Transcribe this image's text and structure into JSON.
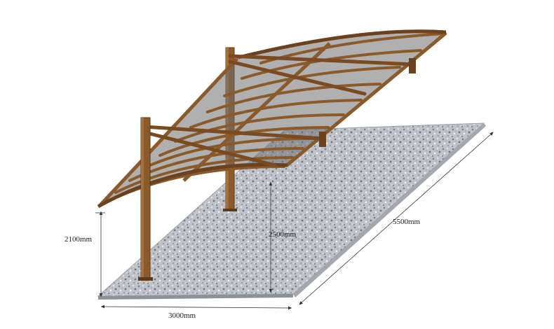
{
  "dimensions": {
    "left_height": "2100mm",
    "front_height": "2500mm",
    "length": "5500mm",
    "width": "3000mm"
  },
  "colors": {
    "frame": "#8b5a2b",
    "frame_dark": "#5c3a17",
    "roof_panel": "#7d7d7d",
    "gravel": "#b9bcc2",
    "dimension_line": "#333333"
  }
}
